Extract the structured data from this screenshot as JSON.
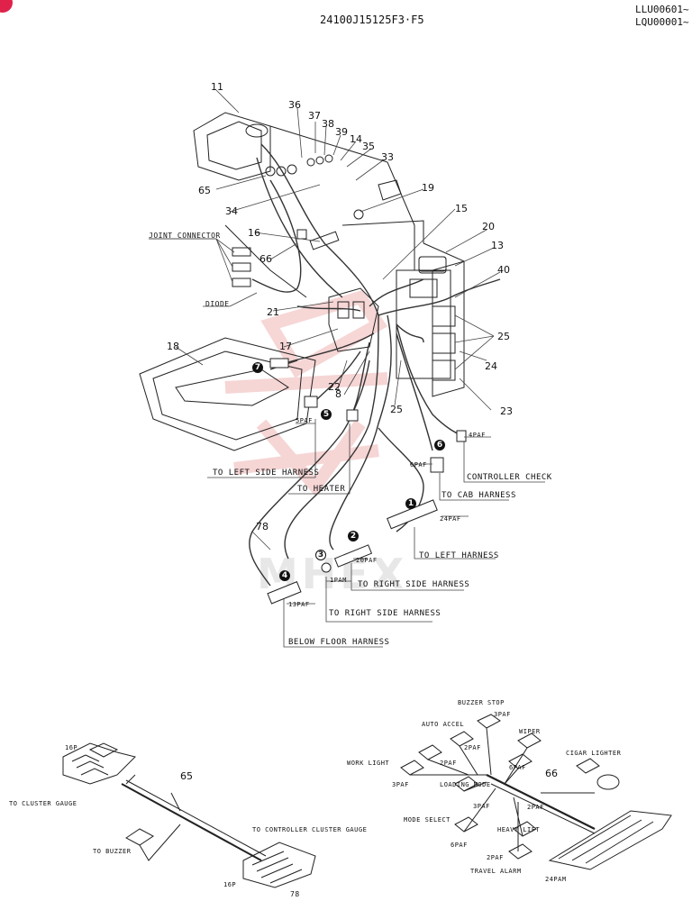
{
  "header": {
    "part_code": "24100J15125F3·F5",
    "serial_line_1": "LLU00601~",
    "serial_line_2": "LQU00001~"
  },
  "watermark": "MHEX",
  "callouts": {
    "n11": "11",
    "n36": "36",
    "n37": "37",
    "n38": "38",
    "n39": "39",
    "n14": "14",
    "n35": "35",
    "n33": "33",
    "n65": "65",
    "n34": "34",
    "n19": "19",
    "n15": "15",
    "n20": "20",
    "n16": "16",
    "n13": "13",
    "n66": "66",
    "n40": "40",
    "n21": "21",
    "n25a": "25",
    "n18": "18",
    "n17": "17",
    "n24": "24",
    "n22": "22",
    "n8": "8",
    "n25b": "25",
    "n23": "23",
    "n78": "78"
  },
  "labels": {
    "joint_connector": "JOINT CONNECTOR",
    "diode": "DIODE",
    "pa5": "5PAF",
    "pa4": "4PAF",
    "pa6": "6PAF",
    "to_left_side": "TO LEFT SIDE HARNESS",
    "to_heater": "TO HEATER",
    "controller_check": "CONTROLLER CHECK",
    "to_cab": "TO CAB HARNESS",
    "pa24": "24PAF",
    "to_left": "TO LEFT HARNESS",
    "pa20": "20PAF",
    "pa1": "1PAM",
    "to_right_side_1": "TO RIGHT SIDE HARNESS",
    "pa13": "13PAF",
    "to_right_side_2": "TO RIGHT SIDE HARNESS",
    "below_floor": "BELOW FLOOR HARNESS"
  },
  "badges": {
    "b1": "1",
    "b2": "2",
    "b3": "3",
    "b4": "4",
    "b5": "5",
    "b6": "6",
    "b7": "7"
  },
  "bottom_left": {
    "p16_top": "16P",
    "n65": "65",
    "to_cluster": "TO CLUSTER GAUGE",
    "to_controller": "TO CONTROLLER  CLUSTER GAUGE",
    "to_buzzer": "TO BUZZER",
    "p16_bottom": "16P",
    "page_mark": "78"
  },
  "bottom_right": {
    "buzzer_stop": "BUZZER STOP",
    "auto_accel": "AUTO ACCEL",
    "pa3a": "3PAF",
    "pa2a": "2PAF",
    "wiper": "WIPER",
    "cigar": "CIGAR LIGHTER",
    "work_light": "WORK LIGHT",
    "pa2b": "2PAF",
    "pa6a": "6PAF",
    "n66": "66",
    "pa3b": "3PAF",
    "loading_mode": "LOADING MODE",
    "pa3c": "3PAF",
    "pa2c": "2PAF",
    "mode_select": "MODE SELECT",
    "heavy_lift": "HEAVY LIFT",
    "pa6b": "6PAF",
    "pa2d": "2PAF",
    "travel_alarm": "TRAVEL ALARM",
    "pa24m": "24PAM"
  }
}
